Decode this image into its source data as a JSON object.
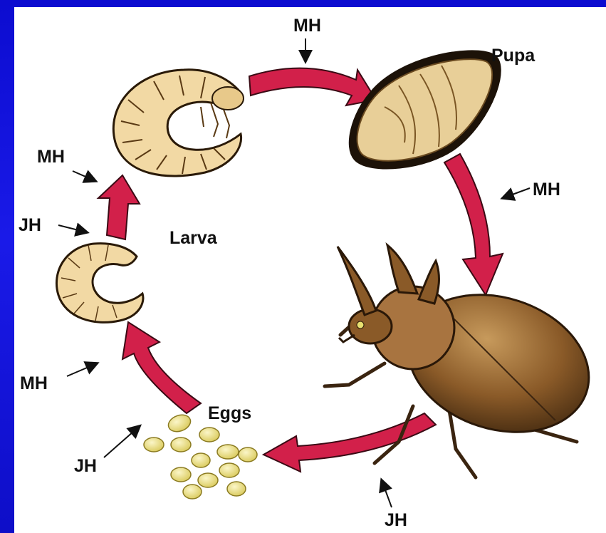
{
  "diagram": {
    "stages": {
      "pupa": "Pupa",
      "larva": "Larva",
      "eggs": "Eggs"
    },
    "hormone_labels": {
      "top_mh": "MH",
      "right_mh": "MH",
      "left_upper_mh": "MH",
      "left_jh": "JH",
      "left_lower_mh": "MH",
      "bottom_left_jh": "JH",
      "bottom_jh": "JH"
    },
    "colors": {
      "background_frame": "#1010d8",
      "panel": "#ffffff",
      "arrow_fill": "#d2204a",
      "arrow_stroke": "#3a0a14",
      "larva_fill": "#f2d9a4",
      "egg_fill": "#ecdf86",
      "beetle_fill": "#9a6a34"
    }
  }
}
